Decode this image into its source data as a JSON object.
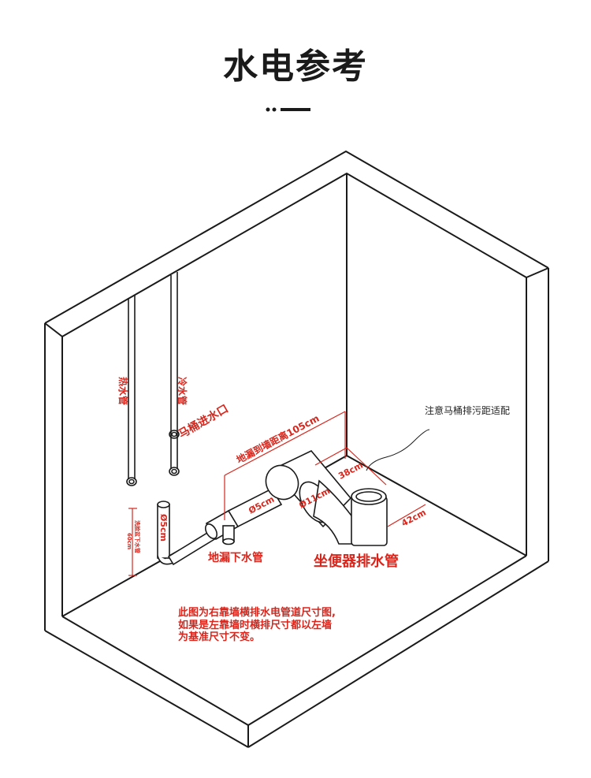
{
  "page": {
    "title": "水电参考"
  },
  "labels": {
    "hot_pipe": "热水管",
    "cold_pipe": "冷水管",
    "toilet_inlet": "马桶进水口",
    "floor_drain_distance": "地漏到墙距离105cm",
    "note_toilet": "注意马桶排污距适配",
    "dim_38": "38cm",
    "dim_42": "42cm",
    "pipe_11cm": "Ø11cm",
    "pipe_5cm_a": "Ø5cm",
    "pipe_5cm_b": "Ø5cm",
    "washbasin_drain_line1": "洗脸盆下水管",
    "washbasin_drain_line2": "60cm",
    "floor_drain_pipe": "地漏下水管",
    "toilet_drain_pipe": "坐便器排水管"
  },
  "notes": {
    "line1": "此图为右靠墙横排水电管道尺寸图,",
    "line2": "如果是左靠墙时横排尺寸都以左墙",
    "line3": "为基准尺寸不变。"
  },
  "colors": {
    "accent": "#d9261c",
    "line": "#1a1a1a"
  }
}
